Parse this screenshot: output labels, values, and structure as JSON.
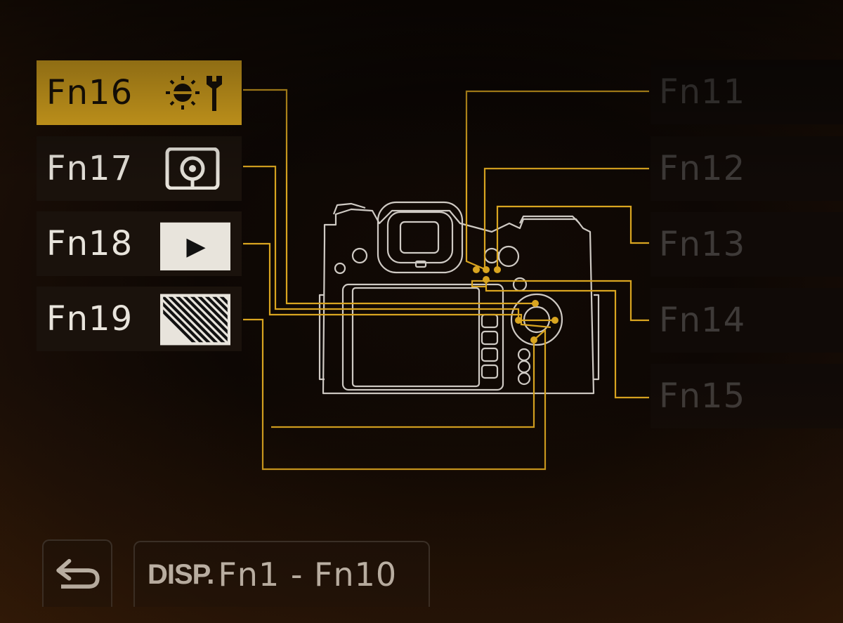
{
  "left_buttons": [
    {
      "label": "Fn16",
      "icon": "brightness-wrench-icon",
      "selected": true
    },
    {
      "label": "Fn17",
      "icon": "metering-mode-icon",
      "selected": false
    },
    {
      "label": "Fn18",
      "icon": "playback-icon",
      "selected": false
    },
    {
      "label": "Fn19",
      "icon": "zebra-pattern-icon",
      "selected": false
    }
  ],
  "right_buttons": [
    {
      "label": "Fn11"
    },
    {
      "label": "Fn12"
    },
    {
      "label": "Fn13"
    },
    {
      "label": "Fn14"
    },
    {
      "label": "Fn15"
    }
  ],
  "footer": {
    "back_icon": "return-arrow-icon",
    "disp_key": "DISP.",
    "disp_text": "Fn1 - Fn10"
  },
  "colors": {
    "accent": "#e3ad20",
    "line": "#d9a520",
    "text_active": "#e8e4dc",
    "text_disabled": "#3e3a38"
  }
}
